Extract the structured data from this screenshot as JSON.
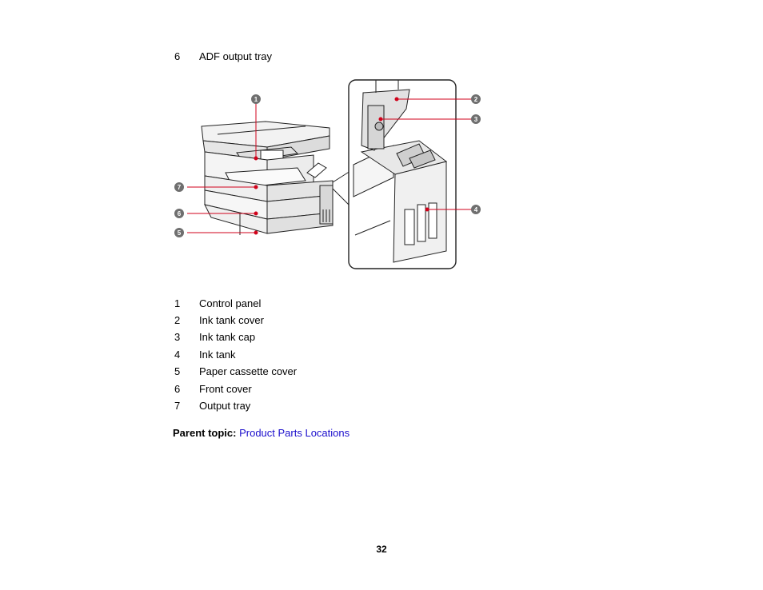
{
  "top_item": {
    "number": "6",
    "label": "ADF output tray"
  },
  "figure": {
    "callouts": [
      "1",
      "2",
      "3",
      "4",
      "5",
      "6",
      "7"
    ],
    "accent_color": "#d0021b",
    "badge_color": "#6f6f6f"
  },
  "legend": [
    {
      "number": "1",
      "label": "Control panel"
    },
    {
      "number": "2",
      "label": "Ink tank cover"
    },
    {
      "number": "3",
      "label": "Ink tank cap"
    },
    {
      "number": "4",
      "label": "Ink tank"
    },
    {
      "number": "5",
      "label": "Paper cassette cover"
    },
    {
      "number": "6",
      "label": "Front cover"
    },
    {
      "number": "7",
      "label": "Output tray"
    }
  ],
  "parent_topic": {
    "prefix": "Parent topic:",
    "link_text": "Product Parts Locations"
  },
  "page_number": "32"
}
